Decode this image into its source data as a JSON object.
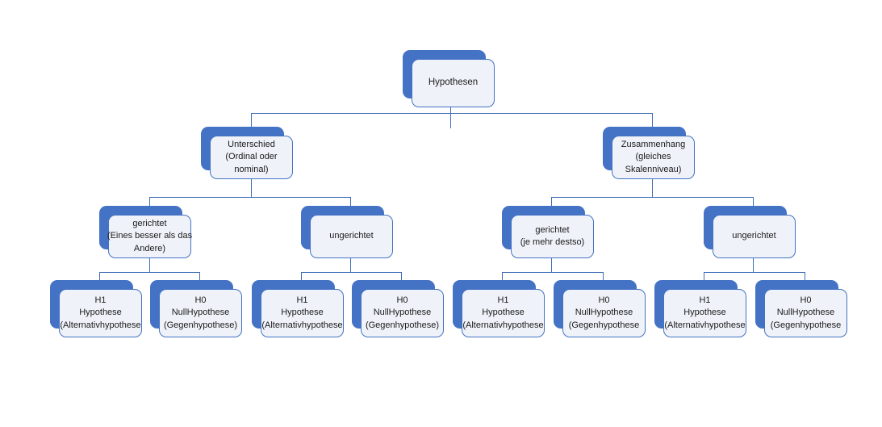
{
  "diagram": {
    "title": "Hypothesen",
    "root": {
      "lines": [
        "Hypothesen"
      ]
    },
    "level2": [
      {
        "lines": [
          "Unterschied",
          "(Ordinal oder",
          "nominal)"
        ]
      },
      {
        "lines": [
          "Zusammenhang",
          "(gleiches",
          "Skalenniveau)"
        ]
      }
    ],
    "level3": [
      {
        "lines": [
          "gerichtet",
          "(Eines besser als das",
          "Andere)"
        ]
      },
      {
        "lines": [
          "ungerichtet"
        ]
      },
      {
        "lines": [
          "gerichtet",
          "(je mehr destso)"
        ]
      },
      {
        "lines": [
          "ungerichtet"
        ]
      }
    ],
    "leaves": [
      {
        "lines": [
          "H1",
          "Hypothese",
          "(Alternativhypothese"
        ]
      },
      {
        "lines": [
          "H0",
          "NullHypothese",
          "(Gegenhypothese)"
        ]
      },
      {
        "lines": [
          "H1",
          "Hypothese",
          "(Alternativhypothese"
        ]
      },
      {
        "lines": [
          "H0",
          "NullHypothese",
          "(Gegenhypothese)"
        ]
      },
      {
        "lines": [
          "H1",
          "Hypothese",
          "(Alternativhypothese"
        ]
      },
      {
        "lines": [
          "H0",
          "NullHypothese",
          "(Gegenhypothese"
        ]
      },
      {
        "lines": [
          "H1",
          "Hypothese",
          "(Alternativhypothese"
        ]
      },
      {
        "lines": [
          "H0",
          "NullHypothese",
          "(Gegenhypothese"
        ]
      }
    ],
    "colors": {
      "shadow": "#4472c4",
      "card_fill": "#eff3f9",
      "card_border": "#4472c4",
      "connector": "#3f6cb5",
      "text": "#1a1a1a",
      "background": "#ffffff"
    }
  }
}
